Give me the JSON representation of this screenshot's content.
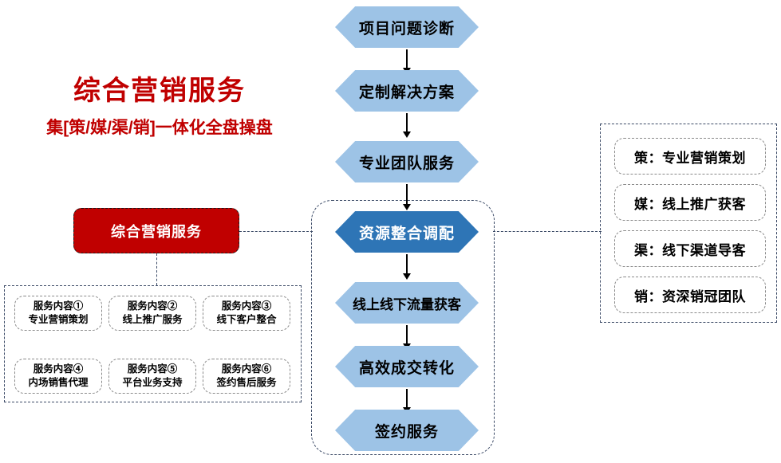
{
  "headline": {
    "title": "综合营销服务",
    "subtitle": "集[策/媒/渠/销]一体化全盘操盘",
    "color": "#C00000"
  },
  "red_callout": {
    "label": "综合营销服务",
    "background": "#C00000",
    "text_color": "#FFFFFF"
  },
  "flow": {
    "accent_color": "#2E75B6",
    "normal_color": "#9DC3E6",
    "steps": [
      {
        "label": "项目问题诊断",
        "highlight": false
      },
      {
        "label": "定制解决方案",
        "highlight": false
      },
      {
        "label": "专业团队服务",
        "highlight": false
      },
      {
        "label": "资源整合调配",
        "highlight": true
      },
      {
        "label": "线上线下流量获客",
        "highlight": false
      },
      {
        "label": "高效成交转化",
        "highlight": false
      },
      {
        "label": "签约服务",
        "highlight": false
      }
    ]
  },
  "right_panel": {
    "items": [
      {
        "label": "策：专业营销策划"
      },
      {
        "label": "媒：线上推广获客"
      },
      {
        "label": "渠：线下渠道导客"
      },
      {
        "label": "销：资深销冠团队"
      }
    ]
  },
  "service_panel": {
    "items": [
      {
        "title": "服务内容①",
        "detail": "专业营销策划"
      },
      {
        "title": "服务内容②",
        "detail": "线上推广服务"
      },
      {
        "title": "服务内容③",
        "detail": "线下客户整合"
      },
      {
        "title": "服务内容④",
        "detail": "内场销售代理"
      },
      {
        "title": "服务内容⑤",
        "detail": "平台业务支持"
      },
      {
        "title": "服务内容⑥",
        "detail": "签约售后服务"
      }
    ]
  }
}
